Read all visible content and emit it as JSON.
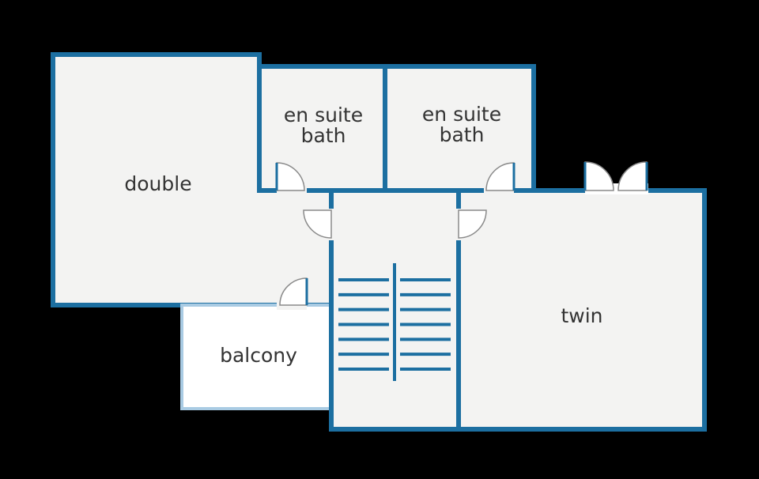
{
  "colors": {
    "background": "#000000",
    "wall": "#1c6fa1",
    "wall_light": "#a9cbe3",
    "floor": "#f3f3f2",
    "balcony_floor": "#ffffff",
    "text": "#333333"
  },
  "rooms": {
    "double": {
      "label": "double"
    },
    "bath_1": {
      "label_line1": "en suite",
      "label_line2": "bath"
    },
    "bath_2": {
      "label_line1": "en suite",
      "label_line2": "bath"
    },
    "twin": {
      "label": "twin"
    },
    "balcony": {
      "label": "balcony"
    }
  },
  "stairs": {
    "steps_per_flight": 7,
    "flights": 2
  }
}
